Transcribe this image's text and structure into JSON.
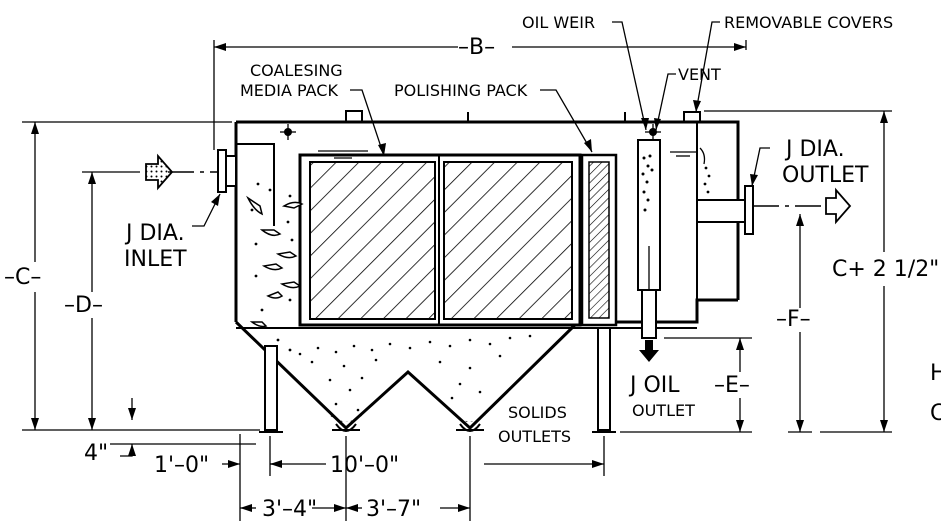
{
  "labels": {
    "oil_weir": "OIL WEIR",
    "removable_covers": "REMOVABLE COVERS",
    "coalesing_line1": "COALESING",
    "coalesing_line2": "MEDIA PACK",
    "polishing_pack": "POLISHING PACK",
    "vent": "VENT",
    "outlet_line1": "J DIA.",
    "outlet_line2": "OUTLET",
    "inlet_line1": "J DIA.",
    "inlet_line2": "INLET",
    "oil_outlet_line1": "J OIL",
    "oil_outlet_line2": "OUTLET",
    "solids_line1": "SOLIDS",
    "solids_line2": "OUTLETS",
    "cut_text_1": "H",
    "cut_text_2": "C"
  },
  "dimensions": {
    "b": "–B–",
    "c": "–C–",
    "d": "–D–",
    "e": "–E–",
    "f": "–F–",
    "c_plus": "C+ 2 1/2\"",
    "four_in": "4\"",
    "one_ft": "1'–0\"",
    "ten_ft": "10'–0\"",
    "three_four": "3'–4\"",
    "three_seven": "3'–7\""
  }
}
